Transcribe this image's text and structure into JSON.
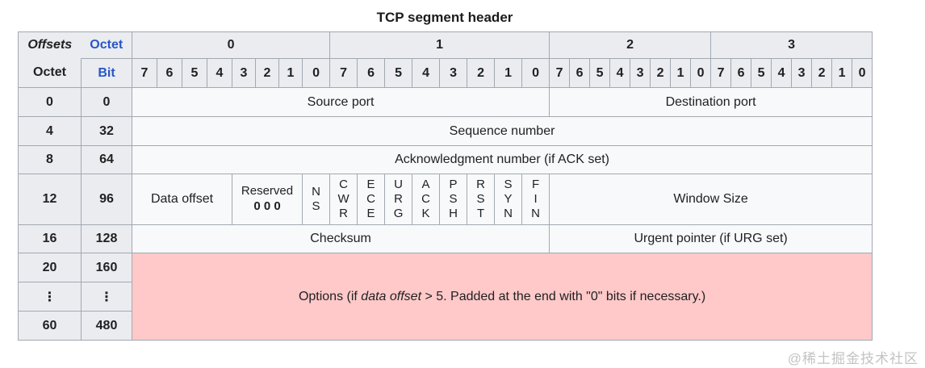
{
  "title": "TCP segment header",
  "watermark": "@稀土掘金技术社区",
  "colors": {
    "header_bg": "#eaecf0",
    "cell_bg": "#f8f9fa",
    "border": "#a2a9b1",
    "link_blue": "#2a55c8",
    "options_pink": "#ffc9c9",
    "text": "#202122",
    "watermark_gray": "#c3c3c3"
  },
  "header": {
    "offsets": "Offsets",
    "octet_link": "Octet",
    "octet": "Octet",
    "bit_link": "Bit",
    "octet_groups": [
      "0",
      "1",
      "2",
      "3"
    ],
    "bits": [
      "7",
      "6",
      "5",
      "4",
      "3",
      "2",
      "1",
      "0"
    ]
  },
  "rows": {
    "r0": {
      "octet": "0",
      "bit": "0",
      "source_port": "Source port",
      "destination_port": "Destination port"
    },
    "r4": {
      "octet": "4",
      "bit": "32",
      "sequence_number": "Sequence number"
    },
    "r8": {
      "octet": "8",
      "bit": "64",
      "acknowledgment_number": "Acknowledgment number (if ACK set)"
    },
    "r12": {
      "octet": "12",
      "bit": "96",
      "data_offset": "Data offset",
      "reserved_label": "Reserved",
      "reserved_value": "0 0 0",
      "flags": [
        "N\nS",
        "C\nW\nR",
        "E\nC\nE",
        "U\nR\nG",
        "A\nC\nK",
        "P\nS\nH",
        "R\nS\nT",
        "S\nY\nN",
        "F\nI\nN"
      ],
      "window_size": "Window Size"
    },
    "r16": {
      "octet": "16",
      "bit": "128",
      "checksum": "Checksum",
      "urgent_pointer": "Urgent pointer (if URG set)"
    },
    "r20": {
      "octet": "20",
      "bit": "160"
    },
    "rdots": {
      "octet": "⋮",
      "bit": "⋮"
    },
    "r60": {
      "octet": "60",
      "bit": "480"
    },
    "options": {
      "prefix": "Options (if ",
      "italic": "data offset",
      "suffix": " > 5. Padded at the end with \"0\" bits if necessary.)"
    }
  }
}
